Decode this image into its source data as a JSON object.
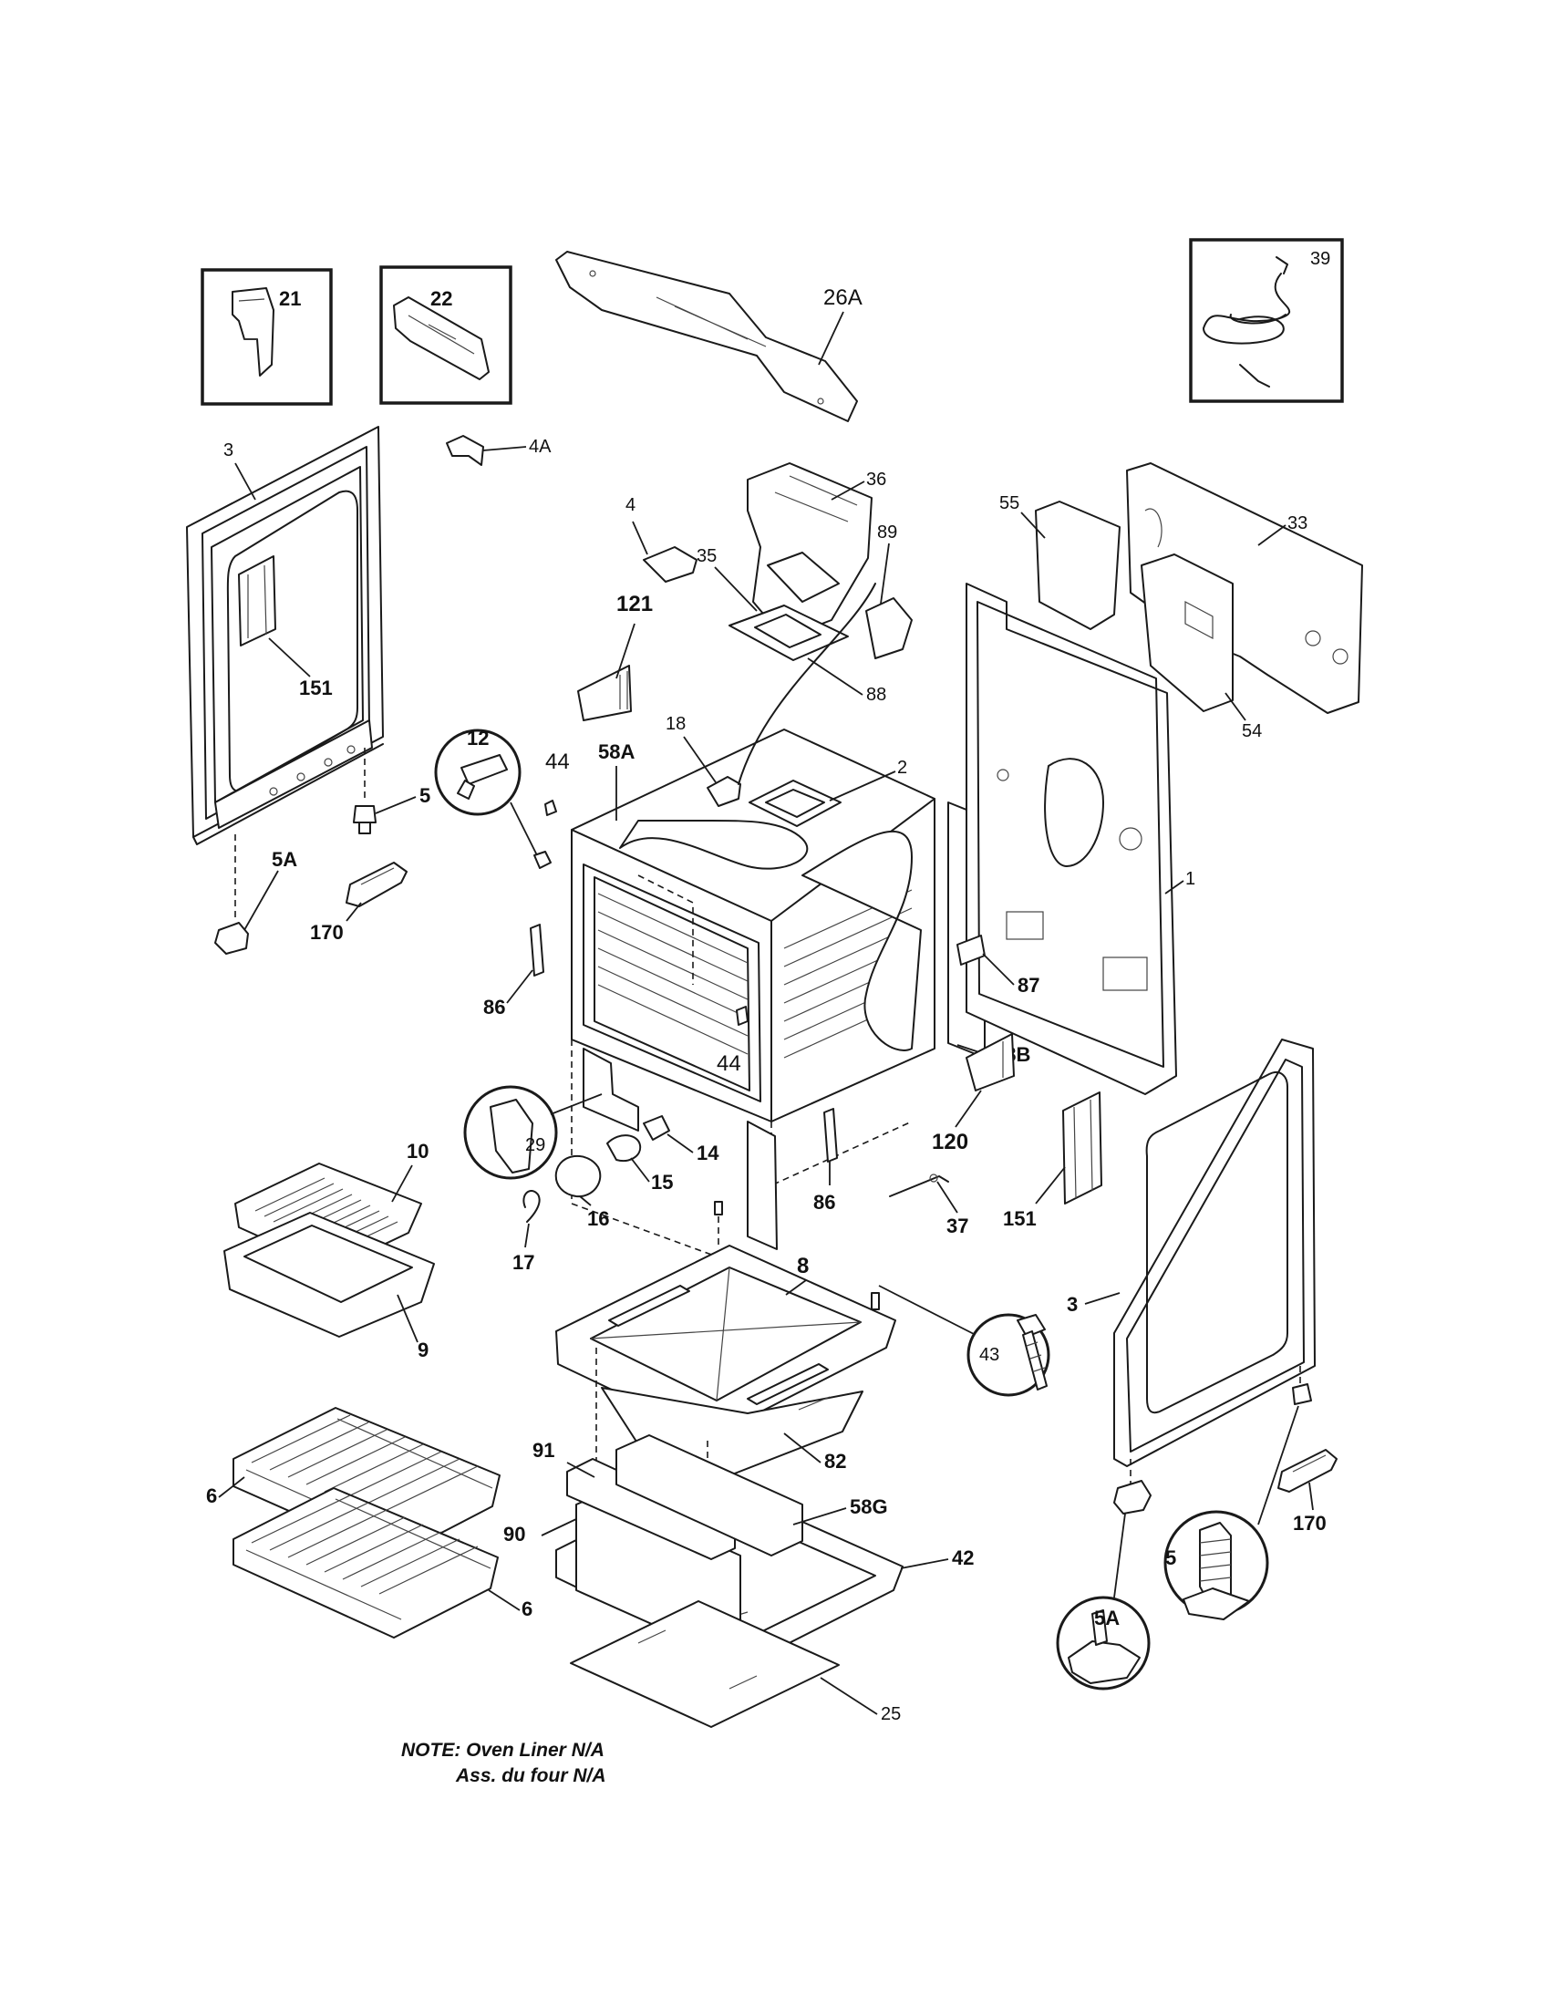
{
  "labels": {
    "p1": "1",
    "p2": "2",
    "p3_left": "3",
    "p3_right": "3",
    "p4": "4",
    "p4A": "4A",
    "p5_left": "5",
    "p5_right": "5",
    "p5A_left": "5A",
    "p5A_right": "5A",
    "p6_upper": "6",
    "p6_lower": "6",
    "p8": "8",
    "p9": "9",
    "p10": "10",
    "p12": "12",
    "p14": "14",
    "p15": "15",
    "p16": "16",
    "p17": "17",
    "p18": "18",
    "p21": "21",
    "p22": "22",
    "p25": "25",
    "p26A": "26A",
    "p29": "29",
    "p33": "33",
    "p35": "35",
    "p36": "36",
    "p37": "37",
    "p39": "39",
    "p42": "42",
    "p43": "43",
    "p44_upper": "44",
    "p44_lower": "44",
    "p54": "54",
    "p55": "55",
    "p58A": "58A",
    "p58B": "58B",
    "p58G": "58G",
    "p82": "82",
    "p86_left": "86",
    "p86_right": "86",
    "p87": "87",
    "p88": "88",
    "p89": "89",
    "p90": "90",
    "p91": "91",
    "p120": "120",
    "p121": "121",
    "p151_left": "151",
    "p151_right": "151",
    "p170_left": "170",
    "p170_right": "170"
  },
  "note": {
    "line1": "NOTE: Oven Liner N/A",
    "line2": "Ass. du four N/A"
  }
}
